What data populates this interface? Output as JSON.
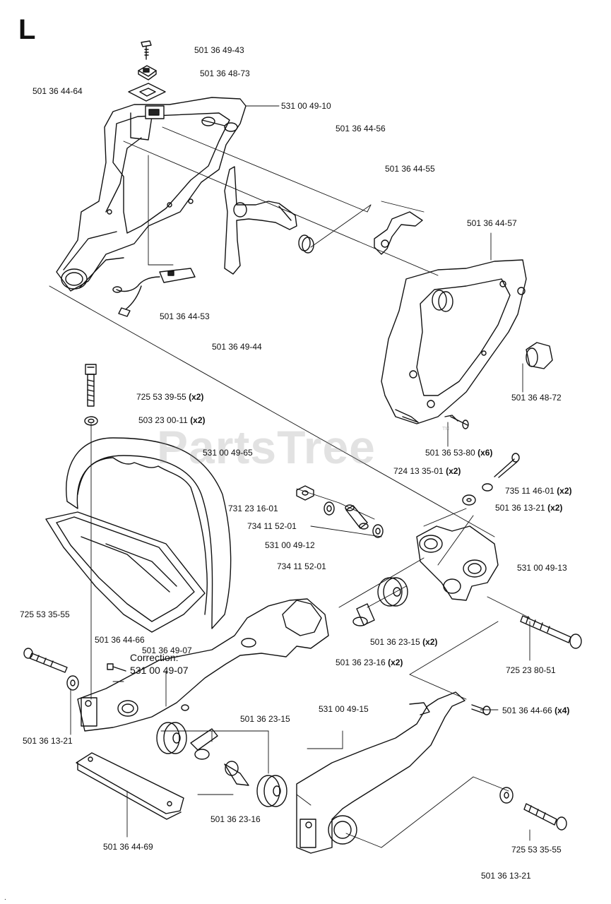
{
  "section_letter": "L",
  "watermark": "PartsTree",
  "watermark_tm": "TM",
  "footer_mark": ".",
  "labels": [
    {
      "id": "p1",
      "text": "501 36 49-43",
      "qty": ""
    },
    {
      "id": "p2",
      "text": "501 36 48-73",
      "qty": ""
    },
    {
      "id": "p3",
      "text": "501 36 44-64",
      "qty": ""
    },
    {
      "id": "p4",
      "text": "531 00 49-10",
      "qty": ""
    },
    {
      "id": "p5",
      "text": "501 36 44-56",
      "qty": ""
    },
    {
      "id": "p6",
      "text": "501 36 44-55",
      "qty": ""
    },
    {
      "id": "p7",
      "text": "501 36 44-57",
      "qty": ""
    },
    {
      "id": "p8",
      "text": "501 36 44-53",
      "qty": ""
    },
    {
      "id": "p9",
      "text": "501 36 49-44",
      "qty": ""
    },
    {
      "id": "p10",
      "text": "501 36 48-72",
      "qty": ""
    },
    {
      "id": "p11",
      "text": "725 53 39-55",
      "qty": "(x2)"
    },
    {
      "id": "p12",
      "text": "503 23 00-11",
      "qty": "(x2)"
    },
    {
      "id": "p13",
      "text": "531 00 49-65",
      "qty": ""
    },
    {
      "id": "p14",
      "text": "501 36 53-80",
      "qty": "(x6)"
    },
    {
      "id": "p15",
      "text": "724 13 35-01",
      "qty": "(x2)"
    },
    {
      "id": "p16",
      "text": "735 11 46-01",
      "qty": "(x2)"
    },
    {
      "id": "p17",
      "text": "731 23 16-01",
      "qty": ""
    },
    {
      "id": "p18",
      "text": "501 36 13-21",
      "qty": "(x2)"
    },
    {
      "id": "p19",
      "text": "734 11 52-01",
      "qty": ""
    },
    {
      "id": "p20",
      "text": "531 00 49-12",
      "qty": ""
    },
    {
      "id": "p21",
      "text": "734 11 52-01",
      "qty": ""
    },
    {
      "id": "p22",
      "text": "531 00 49-13",
      "qty": ""
    },
    {
      "id": "p23",
      "text": "725 53 35-55",
      "qty": ""
    },
    {
      "id": "p24",
      "text": "501 36 44-66",
      "qty": ""
    },
    {
      "id": "p25",
      "text": "501 36 49-07",
      "qty": ""
    },
    {
      "id": "p26",
      "text": "Correction:",
      "qty": ""
    },
    {
      "id": "p27",
      "text": "531 00 49-07",
      "qty": ""
    },
    {
      "id": "p28",
      "text": "501 36 23-15",
      "qty": "(x2)"
    },
    {
      "id": "p29",
      "text": "501 36 23-16",
      "qty": "(x2)"
    },
    {
      "id": "p30",
      "text": "725 23 80-51",
      "qty": ""
    },
    {
      "id": "p31",
      "text": "531 00 49-15",
      "qty": ""
    },
    {
      "id": "p32",
      "text": "501 36 44-66",
      "qty": "(x4)"
    },
    {
      "id": "p33",
      "text": "501 36 23-15",
      "qty": ""
    },
    {
      "id": "p34",
      "text": "501 36 13-21",
      "qty": ""
    },
    {
      "id": "p35",
      "text": "501 36 23-16",
      "qty": ""
    },
    {
      "id": "p36",
      "text": "501 36 44-69",
      "qty": ""
    },
    {
      "id": "p37",
      "text": "725 53 35-55",
      "qty": ""
    },
    {
      "id": "p38",
      "text": "501 36 13-21",
      "qty": ""
    }
  ]
}
